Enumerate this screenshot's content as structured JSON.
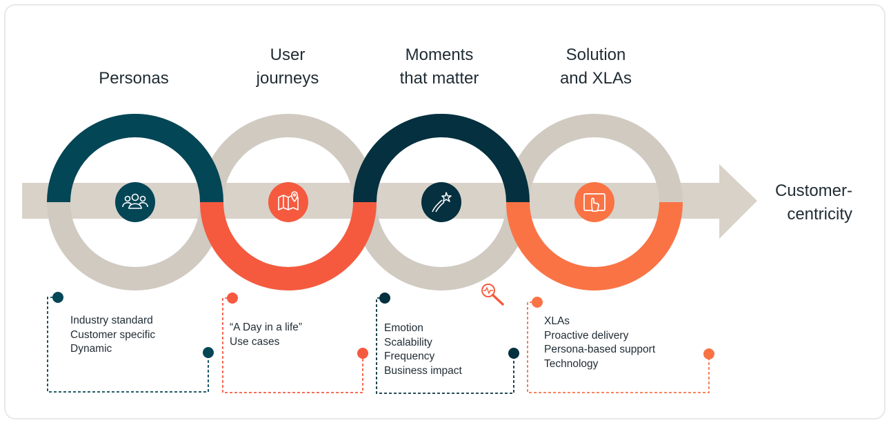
{
  "colors": {
    "teal": "#034656",
    "navy": "#04303f",
    "coral": "#f55a3f",
    "orange": "#fa7345",
    "grey": "#d0cac1",
    "arrow": "#d8d2c9"
  },
  "stages": [
    {
      "title": "Personas",
      "icon": "people-group-icon",
      "items": [
        "Industry standard",
        "Customer specific",
        "Dynamic"
      ]
    },
    {
      "title": "User\njourneys",
      "icon": "map-pin-icon",
      "items": [
        "“A Day in a life”",
        "Use cases"
      ]
    },
    {
      "title": "Moments\nthat matter",
      "icon": "shooting-star-icon",
      "items": [
        "Emotion",
        "Scalability",
        "Frequency",
        "Business impact"
      ]
    },
    {
      "title": "Solution\nand XLAs",
      "icon": "touch-screen-icon",
      "items": [
        "XLAs",
        "Proactive delivery",
        "Persona-based support",
        "Technology"
      ]
    }
  ],
  "end_label": "Customer-\ncentricity",
  "extra_icon": "magnifier-pulse-icon"
}
